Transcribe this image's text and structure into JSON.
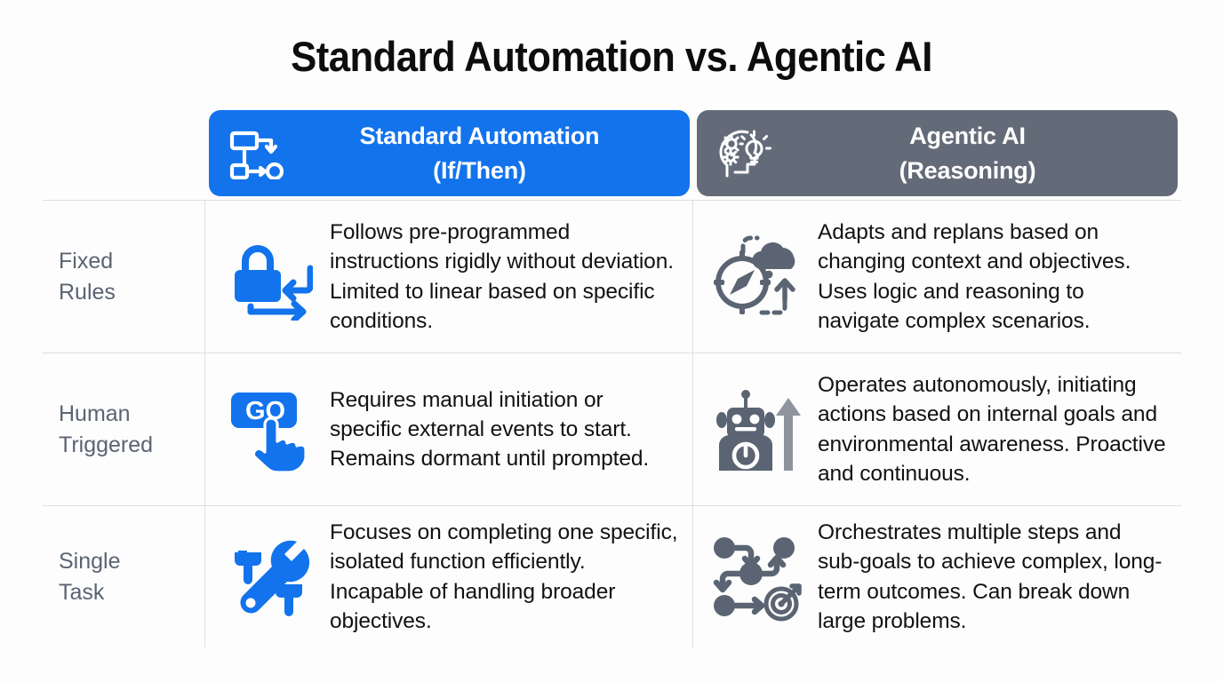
{
  "title": "Standard Automation vs. Agentic AI",
  "colors": {
    "accent_blue": "#1273ec",
    "accent_gray": "#646b78",
    "background": "#fdfdfd",
    "divider": "#dedede",
    "label_text": "#5b6472",
    "body_text": "#121212"
  },
  "columns": [
    {
      "id": "standard-automation",
      "title_line1": "Standard Automation",
      "title_line2": "(If/Then)",
      "icon": "flowchart-icon",
      "header_color": "#1273ec"
    },
    {
      "id": "agentic-ai",
      "title_line1": "Agentic AI",
      "title_line2": "(Reasoning)",
      "icon": "head-gears-lightbulb-icon",
      "header_color": "#646b78"
    }
  ],
  "rows": [
    {
      "label_line1": "Fixed",
      "label_line2": "Rules",
      "left": {
        "icon": "padlock-loop-arrows-icon",
        "text": "Follows pre-programmed instructions rigidly without deviation. Limited to linear based on specific conditions."
      },
      "right": {
        "icon": "compass-thought-cloud-icon",
        "text": "Adapts and replans based on changing context and objectives. Uses logic and reasoning to navigate complex scenarios."
      }
    },
    {
      "label_line1": "Human",
      "label_line2": "Triggered",
      "left": {
        "icon": "go-button-hand-click-icon",
        "text": "Requires manual initiation or specific external events to start. Remains dormant until prompted."
      },
      "right": {
        "icon": "robot-power-up-arrow-icon",
        "text": "Operates autonomously, initiating actions based on internal goals and environmental awareness. Proactive and continuous."
      }
    },
    {
      "label_line1": "Single",
      "label_line2": "Task",
      "left": {
        "icon": "wrench-screws-icon",
        "text": "Focuses on completing one specific, isolated function efficiently. Incapable of handling broader objectives."
      },
      "right": {
        "icon": "workflow-nodes-target-icon",
        "text": "Orchestrates multiple steps and sub-goals to achieve complex, long-term outcomes. Can break down large problems."
      }
    }
  ]
}
